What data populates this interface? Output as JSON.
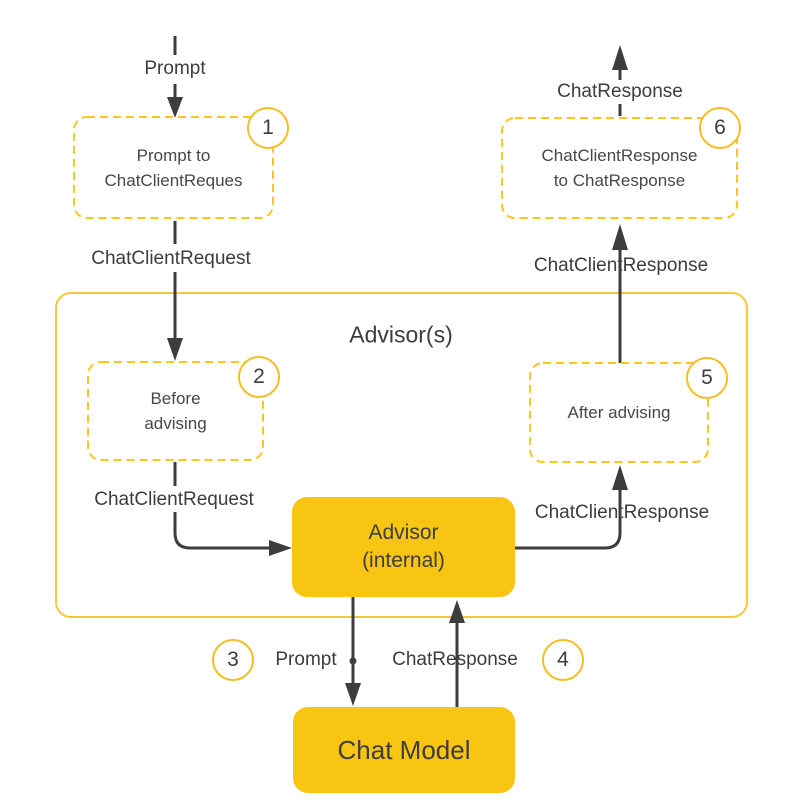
{
  "diagram": {
    "container_label": "Advisor(s)",
    "steps": {
      "s1": {
        "num": "1",
        "line1": "Prompt to",
        "line2": "ChatClientReques"
      },
      "s2": {
        "num": "2",
        "line1": "Before",
        "line2": "advising"
      },
      "s3": {
        "num": "3"
      },
      "s4": {
        "num": "4"
      },
      "s5": {
        "num": "5",
        "label": "After advising"
      },
      "s6": {
        "num": "6",
        "line1": "ChatClientResponse",
        "line2": "to ChatResponse"
      }
    },
    "nodes": {
      "advisor_internal": {
        "line1": "Advisor",
        "line2": "(internal)"
      },
      "chat_model": {
        "label": "Chat Model"
      }
    },
    "edge_labels": {
      "prompt_top": "Prompt",
      "chat_client_request_outer": "ChatClientRequest",
      "chat_client_request_inner": "ChatClientRequest",
      "prompt_to_model": "Prompt",
      "chat_response_from_model": "ChatResponse",
      "chat_client_response_inner": "ChatClientResponse",
      "chat_client_response_outer": "ChatClientResponse",
      "chat_response_top": "ChatResponse"
    },
    "colors": {
      "gold_fill": "#F9C513",
      "dashed_border": "#FCC61D",
      "container_border": "#F8C73C",
      "badge_border": "#F5BE25",
      "ink": "#3D3D3D"
    }
  }
}
